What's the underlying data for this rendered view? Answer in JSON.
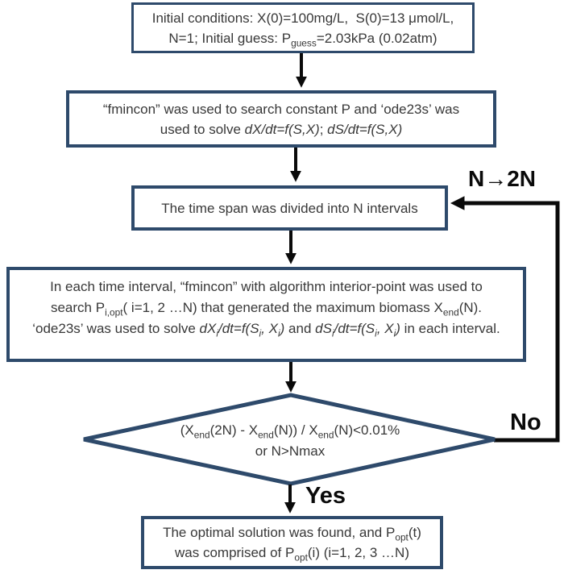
{
  "colors": {
    "box_border": "#2e4a6b",
    "box_fill": "#ffffff",
    "text": "#383838",
    "arrow": "#0a0a0a",
    "background": "#ffffff"
  },
  "flowchart": {
    "init": {
      "line1": [
        {
          "t": "Initial conditions: X(0)=100mg/L,  S(0)=13 μmol/L,"
        }
      ],
      "line2": [
        {
          "t": "N=1; Initial guess: P"
        },
        {
          "t": "guess",
          "s": "sub"
        },
        {
          "t": "=2.03kPa (0.02atm)"
        }
      ]
    },
    "fmincon": {
      "line1": [
        {
          "t": "“fmincon” was used to search constant P and ‘ode23s’ was"
        }
      ],
      "line2": [
        {
          "t": "used to solve "
        },
        {
          "t": "dX/dt=f(S,X)",
          "s": "i"
        },
        {
          "t": "; "
        },
        {
          "t": "dS/dt=f(S,X)",
          "s": "i"
        }
      ]
    },
    "timespan": {
      "line1": [
        {
          "t": "The time span was divided into N intervals"
        }
      ]
    },
    "interval": {
      "line1": [
        {
          "t": "In each time interval, “fmincon” with algorithm interior-point was used to"
        }
      ],
      "line2": [
        {
          "t": "search P"
        },
        {
          "t": "i,opt",
          "s": "sub"
        },
        {
          "t": "( i=1, 2 …N) that generated the maximum biomass X"
        },
        {
          "t": "end",
          "s": "sub"
        },
        {
          "t": "(N)."
        }
      ],
      "line3": [
        {
          "t": "‘ode23s’ was used to solve "
        },
        {
          "t": "dX",
          "s": "i"
        },
        {
          "t": "i",
          "s": "i sub"
        },
        {
          "t": "/dt=f(S",
          "s": "i"
        },
        {
          "t": "i",
          "s": "i sub"
        },
        {
          "t": ", X",
          "s": "i"
        },
        {
          "t": "i",
          "s": "i sub"
        },
        {
          "t": ")",
          "s": "i"
        },
        {
          "t": " and "
        },
        {
          "t": "dS",
          "s": "i"
        },
        {
          "t": "i",
          "s": "i sub"
        },
        {
          "t": "/dt=f(S",
          "s": "i"
        },
        {
          "t": "i",
          "s": "i sub"
        },
        {
          "t": ", X",
          "s": "i"
        },
        {
          "t": "i",
          "s": "i sub"
        },
        {
          "t": ")",
          "s": "i"
        },
        {
          "t": " in each interval."
        }
      ]
    },
    "decision": {
      "line1": [
        {
          "t": "(X"
        },
        {
          "t": "end",
          "s": "sub"
        },
        {
          "t": "(2N) - X"
        },
        {
          "t": "end",
          "s": "sub"
        },
        {
          "t": "(N)) / X"
        },
        {
          "t": "end",
          "s": "sub"
        },
        {
          "t": "(N)<0.01%"
        }
      ],
      "line2": [
        {
          "t": "or N>Nmax"
        }
      ]
    },
    "optimal": {
      "line1": [
        {
          "t": "The optimal solution was found, and P"
        },
        {
          "t": "opt",
          "s": "sub"
        },
        {
          "t": "(t)"
        }
      ],
      "line2": [
        {
          "t": "was comprised of P"
        },
        {
          "t": "opt",
          "s": "sub"
        },
        {
          "t": "(i) (i=1, 2, 3 …N)"
        }
      ]
    },
    "labels": {
      "loop": "N→2N",
      "no": "No",
      "yes": "Yes"
    }
  }
}
